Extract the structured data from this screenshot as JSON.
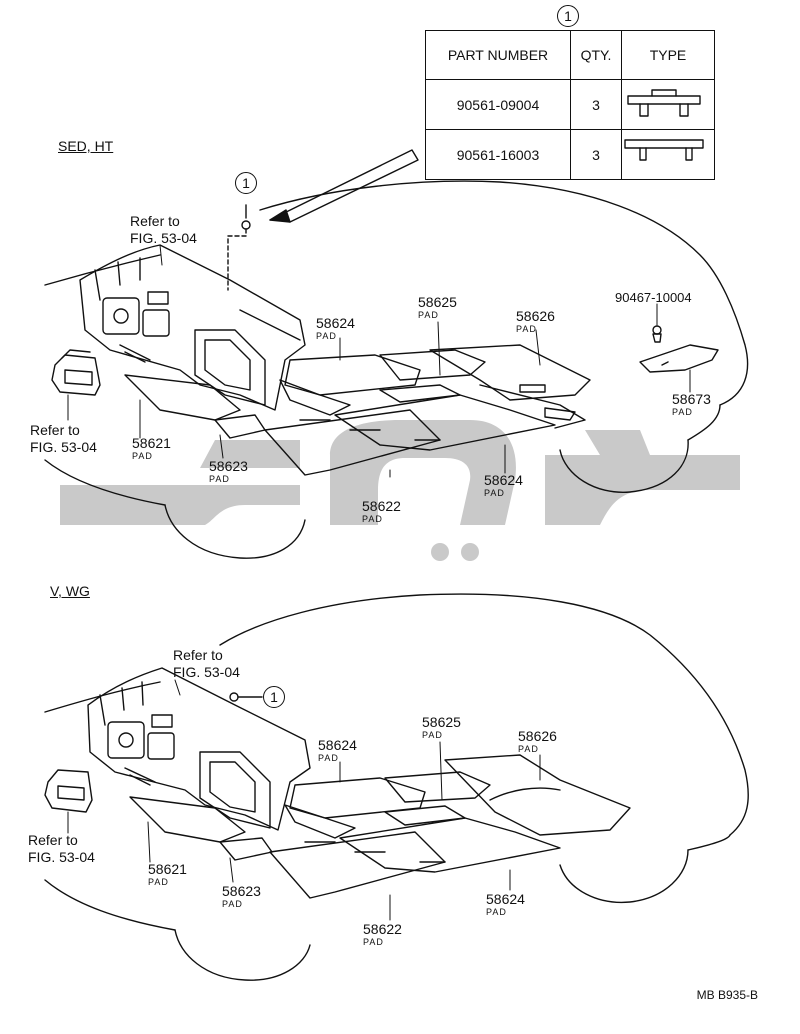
{
  "table": {
    "callout": "1",
    "headers": {
      "part_number": "PART NUMBER",
      "qty": "QTY.",
      "type": "TYPE"
    },
    "rows": [
      {
        "part_number": "90561-09004",
        "qty": "3"
      },
      {
        "part_number": "90561-16003",
        "qty": "3"
      }
    ]
  },
  "sections": {
    "top": "SED, HT",
    "bottom": "V, WG"
  },
  "callout_label": "1",
  "refer": {
    "line1": "Refer to",
    "line2": "FIG. 53-04"
  },
  "pad_label": "PAD",
  "parts": {
    "p58621": "58621",
    "p58622": "58622",
    "p58623": "58623",
    "p58624": "58624",
    "p58625": "58625",
    "p58626": "58626",
    "p58673": "58673",
    "clip": "90467-10004"
  },
  "footer_code": "MB B935-B"
}
